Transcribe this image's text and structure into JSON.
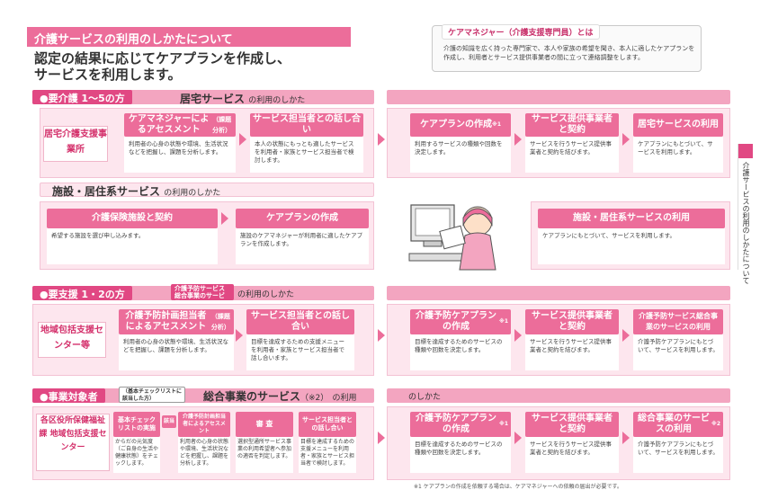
{
  "header": {
    "bar_title": "介護サービスの利用のしかたについて",
    "headline_line1": "認定の結果に応じてケアプランを作成し、",
    "headline_line2": "サービスを利用します。"
  },
  "care_manager_box": {
    "title": "ケアマネジャー（介護支援専門員）とは",
    "text": "介護の知識を広く持った専門家で、本人や家族の希望を聞き、本人に適したケアプランを作成し、利用者とサービス提供事業者の間に立って連絡調整をします。"
  },
  "section1": {
    "label": "●要介護 1～5の方",
    "sub_bold": "居宅サービス",
    "sub_rest": "の利用のしかた",
    "left_tag": "居宅介護支援事業所",
    "steps": [
      {
        "head": "ケアマネジャーによるアセスメント",
        "small": "（課題分析）",
        "body": "利用者の心身の状態や環境、生活状況などを把握し、課題を分析します。"
      },
      {
        "head": "サービス担当者との話し合い",
        "body": "本人の状態にもっとも適したサービスを利用者・家族とサービス担当者で検討します。"
      },
      {
        "head": "ケアプランの作成",
        "sup": "※1",
        "body": "利用するサービスの種類や回数を決定します。"
      },
      {
        "head": "サービス提供事業者と契約",
        "body": "サービスを行うサービス提供事業者と契約を結びます。"
      },
      {
        "head": "居宅サービスの利用",
        "body": "ケアプランにもとづいて、サービスを利用します。"
      }
    ]
  },
  "section2": {
    "sub_bold": "施設・居住系サービス",
    "sub_rest": "の利用のしかた",
    "steps": [
      {
        "head": "介護保険施設と契約",
        "body": "希望する施設を選び申し込みます。"
      },
      {
        "head": "ケアプランの作成",
        "body": "施設のケアマネジャーが利用者に適したケアプランを作成します。"
      },
      {
        "head": "施設・居住系サービスの利用",
        "body": "ケアプランにもとづいて、サービスを利用します。"
      }
    ]
  },
  "section3": {
    "label": "●要支援 1・2の方",
    "tag_small": "介護予防サービス総合事業のサービス",
    "sub_rest": "の利用のしかた",
    "left_tag": "地域包括支援センター等",
    "steps": [
      {
        "head": "介護予防計画担当者によるアセスメント",
        "small": "（課題分析）",
        "body": "利用者の心身の状態や環境、生活状況などを把握し、課題を分析します。"
      },
      {
        "head": "サービス担当者との話し合い",
        "body": "目標を達成するための支援メニューを利用者・家族とサービス担当者で話し合います。"
      },
      {
        "head": "介護予防ケアプランの作成",
        "sup": "※1",
        "body": "目標を達成するためのサービスの種類や回数を決定します。"
      },
      {
        "head": "サービス提供事業者と契約",
        "body": "サービスを行うサービス提供事業者と契約を結びます。"
      },
      {
        "head": "介護予防サービス総合事業のサービスの利用",
        "body": "介護予防ケアプランにもとづいて、サービスを利用します。"
      }
    ]
  },
  "section4": {
    "label": "●事業対象者",
    "label_small": "（基本チェックリストに該当した方）",
    "sub_bold": "総合事業のサービス",
    "sub_sup": "（※2）",
    "sub_rest": "の利用",
    "sub_rest2": "のしかた",
    "left_tag": "各区役所保健福祉課 地域包括支援センター",
    "small_steps": [
      {
        "head": "基本チェックリストの実施",
        "body": "からだの元気度（ご自身の生活や健康状態）をチェックします。"
      },
      {
        "head": "該当",
        "body": ""
      },
      {
        "head": "介護予防計画担当者によるアセスメント",
        "body": "利用者の心身の状態や環境、生活状況などを把握し、課題を分析します。"
      },
      {
        "head": "審 査",
        "body": "選択型通所サービス事業の利用希望者へ参加の適否を判定します。"
      },
      {
        "head": "サービス担当者との話し合い",
        "body": "目標を達成するための支援メニューを利用者・家族とサービス担当者で検討します。"
      }
    ],
    "steps": [
      {
        "head": "介護予防ケアプランの作成",
        "sup": "※1",
        "body": "目標を達成するためのサービスの種類や回数を決定します。"
      },
      {
        "head": "サービス提供事業者と契約",
        "body": "サービスを行うサービス提供事業者と契約を結びます。"
      },
      {
        "head": "総合事業のサービスの利用",
        "sup": "※2",
        "body": "介護予防ケアプランにもとづいて、サービスを利用します。"
      }
    ]
  },
  "side_tab": "介護サービスの利用のしかたについて",
  "footnote": "※1 ケアプランの作成を依頼する場合は、ケアマネジャーへの依頼の届出が必要です。",
  "colors": {
    "accent": "#e14883",
    "accent_light": "#ec6d9a",
    "panel": "#fde6ee"
  }
}
